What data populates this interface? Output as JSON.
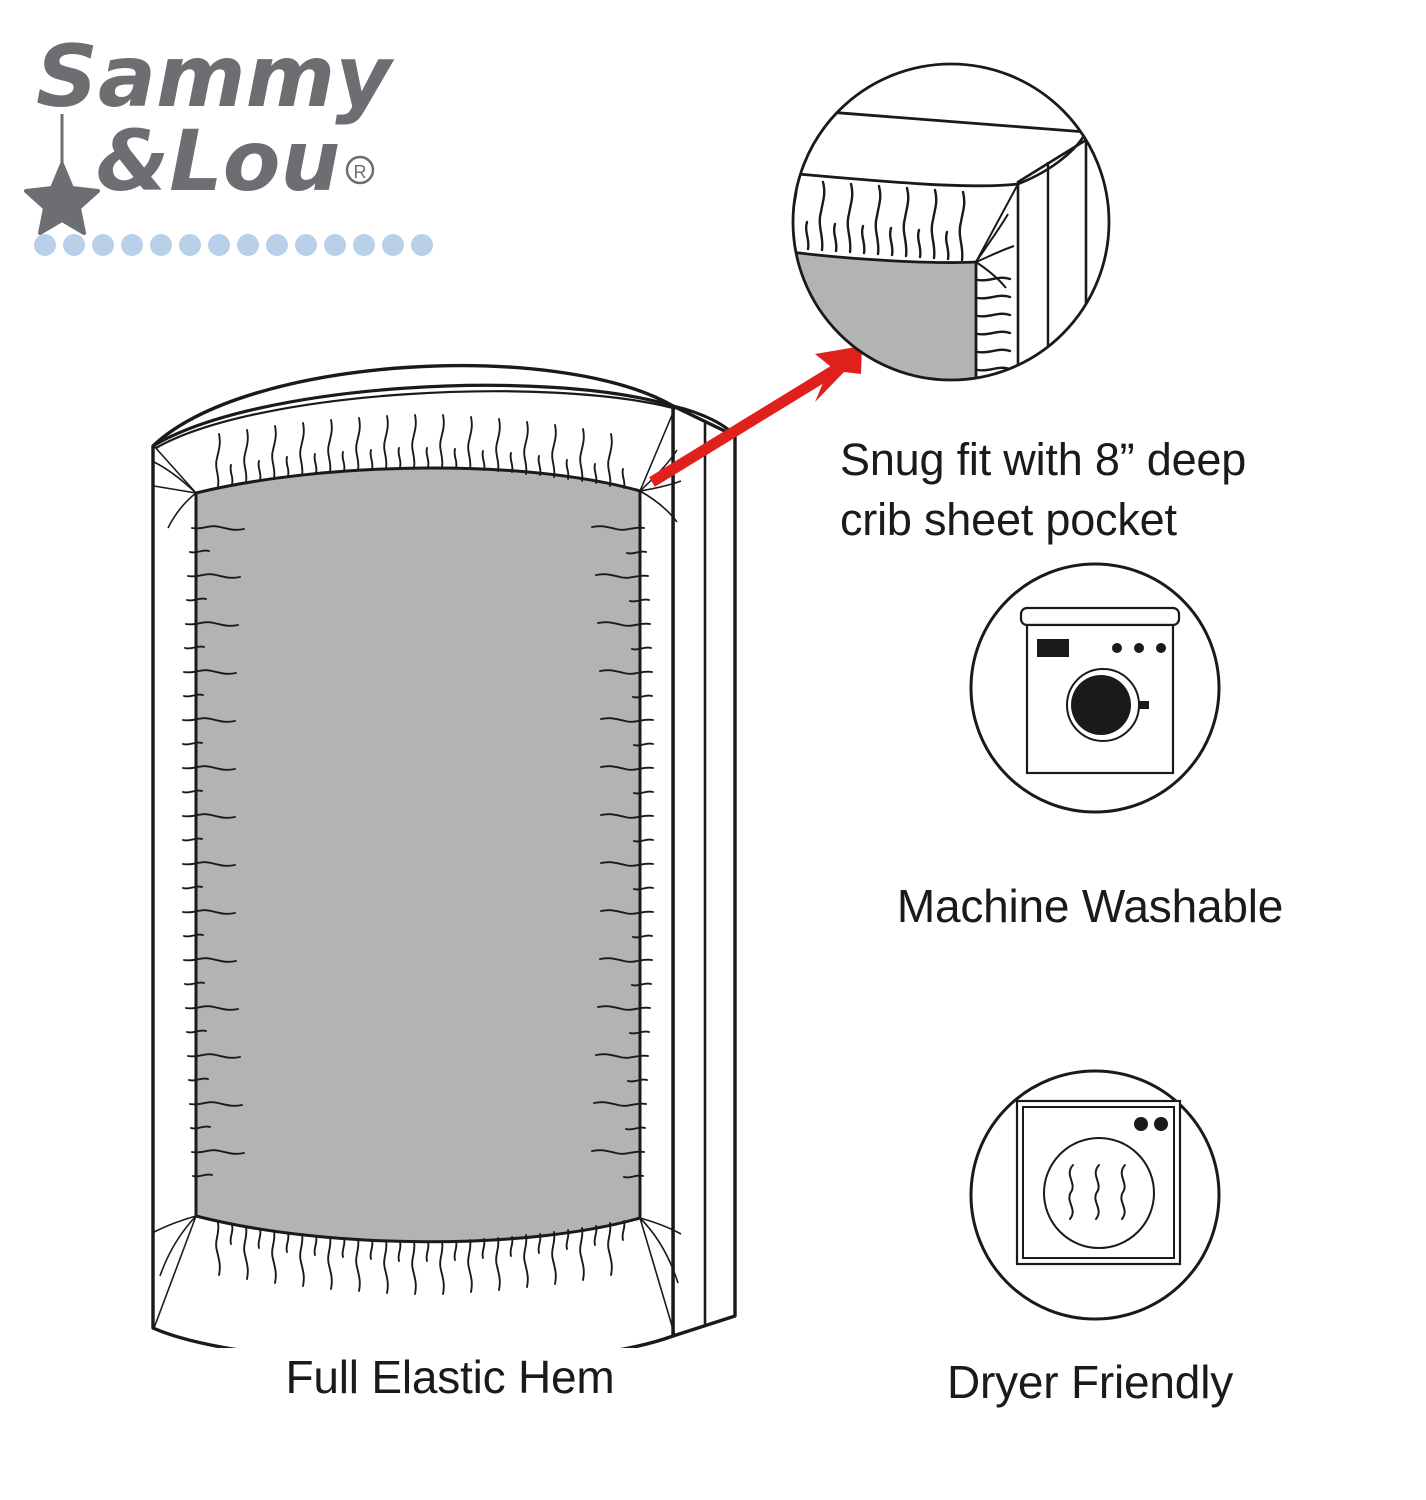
{
  "brand": {
    "name_line1": "Sammy",
    "name_line2": "&Lou",
    "registered_mark": "®",
    "logo_color": "#6d6e71",
    "dot_color": "#b8d0e8",
    "dot_count": 14,
    "star_icon": "star-icon"
  },
  "main_illustration": {
    "name": "crib-sheet-on-mattress",
    "mattress_fill": "#b3b3b3",
    "outline_color": "#1a1a1a",
    "caption": "Full Elastic Hem"
  },
  "callout": {
    "arrow_color": "#e0201b",
    "arrow_name": "red-callout-arrow"
  },
  "detail_bubble": {
    "name": "corner-detail-magnifier",
    "fill": "#b3b3b3",
    "outline_color": "#1a1a1a",
    "caption_line1": "Snug fit with 8” deep",
    "caption_line2": "crib sheet pocket"
  },
  "features": [
    {
      "icon": "washing-machine-icon",
      "label": "Machine Washable",
      "detail_color": "#1a1a1a"
    },
    {
      "icon": "dryer-icon",
      "label": "Dryer Friendly",
      "detail_color": "#1a1a1a"
    }
  ],
  "colors": {
    "background": "#ffffff",
    "ink": "#1a1a1a",
    "gray_fabric": "#b3b3b3",
    "brand_gray": "#6d6e71",
    "brand_blue": "#b8d0e8",
    "accent_red": "#e0201b"
  }
}
